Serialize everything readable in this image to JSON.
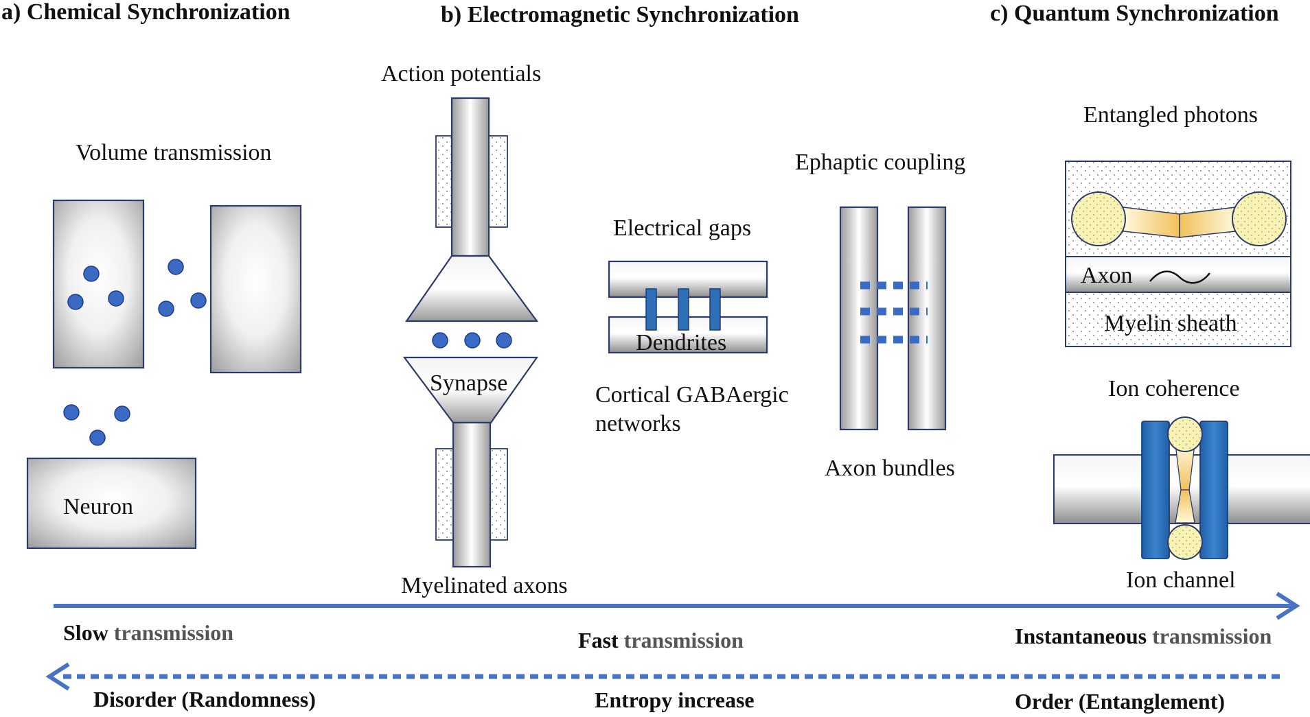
{
  "headers": {
    "a": "a) Chemical Synchronization",
    "b": "b) Electromagnetic Synchronization",
    "c": "c) Quantum Synchronization"
  },
  "labels": {
    "volume_transmission": "Volume transmission",
    "neuron": "Neuron",
    "action_potentials": "Action potentials",
    "synapse": "Synapse",
    "myelinated_axons": "Myelinated axons",
    "electrical_gaps": "Electrical gaps",
    "dendrites": "Dendrites",
    "cortical_line1": "Cortical GABAergic",
    "cortical_line2": "networks",
    "ephaptic_coupling": "Ephaptic coupling",
    "axon_bundles": "Axon bundles",
    "entangled_photons": "Entangled photons",
    "axon": "Axon",
    "tilde": "~",
    "myelin_sheath": "Myelin sheath",
    "ion_coherence": "Ion coherence",
    "ion_channel": "Ion channel"
  },
  "transmission": {
    "slow_a": "Slow",
    "slow_b": " transmission",
    "fast_a": "Fast",
    "fast_b": " transmission",
    "inst_a": "Instantaneous",
    "inst_b": " transmission"
  },
  "entropy": {
    "disorder": "Disorder (Randomness)",
    "increase": "Entropy increase",
    "order": "Order (Entanglement)"
  },
  "colors": {
    "blue_dot": "#3a6ac4",
    "arrow_blue": "#4a72c4",
    "channel_blue": "#2e6fb6",
    "photon_yellow": "#f7f1a8"
  }
}
